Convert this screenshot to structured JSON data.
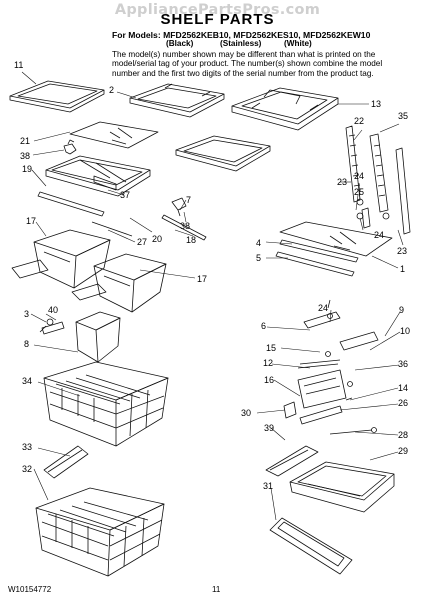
{
  "watermark": "AppliancePartsPros.com",
  "title": "SHELF PARTS",
  "models_line": "For Models: MFD2562KEB10, MFD2562KES10, MFD2562KEW10",
  "variants": [
    "(Black)",
    "(Stainless)",
    "(White)"
  ],
  "note_lines": [
    "The model(s) number shown may be different than what is printed on the",
    "model/serial tag of your product. The number(s) shown combine the model",
    "number and the first two digits of the serial number from the product tag."
  ],
  "callouts": [
    "11",
    "2",
    "13",
    "21",
    "22",
    "35",
    "38",
    "19",
    "37",
    "7",
    "23",
    "24",
    "25",
    "17",
    "27",
    "20",
    "38",
    "18",
    "4",
    "5",
    "1",
    "17",
    "24",
    "9",
    "3",
    "40",
    "6",
    "10",
    "8",
    "15",
    "12",
    "36",
    "16",
    "34",
    "14",
    "30",
    "26",
    "39",
    "28",
    "33",
    "29",
    "32",
    "31",
    "24",
    "23"
  ],
  "footer": {
    "doc_number": "W10154772",
    "page_number": "11"
  }
}
